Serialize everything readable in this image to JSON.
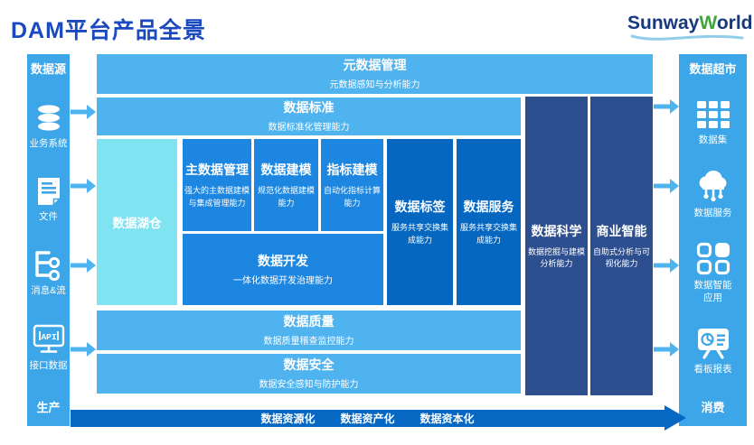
{
  "page": {
    "title": "DAM平台产品全景"
  },
  "logo": {
    "part1": "Sunway",
    "part2": "W",
    "part3": "orld"
  },
  "left_sidebar": {
    "header": "数据源",
    "items": [
      {
        "icon": "database-icon",
        "label": "业务系统"
      },
      {
        "icon": "file-icon",
        "label": "文件"
      },
      {
        "icon": "stream-icon",
        "label": "消息&流"
      },
      {
        "icon": "api-icon",
        "label": "接口数据",
        "icon_text": "API"
      }
    ],
    "footer": "生产"
  },
  "right_sidebar": {
    "header": "数据超市",
    "items": [
      {
        "icon": "dataset-grid-icon",
        "label": "数据集"
      },
      {
        "icon": "cloud-service-icon",
        "label": "数据服务"
      },
      {
        "icon": "apps-icon",
        "label": "数据智能应用"
      },
      {
        "icon": "dashboard-icon",
        "label": "看板报表"
      }
    ],
    "footer": "消费"
  },
  "blocks": {
    "metadata": {
      "title": "元数据管理",
      "subtitle": "元数据感知与分析能力"
    },
    "standard": {
      "title": "数据标准",
      "subtitle": "数据标准化管理能力"
    },
    "lakehouse": {
      "title": "数据湖仓"
    },
    "mdm": {
      "title": "主数据管理",
      "subtitle": "强大的主数据建模与集成管理能力"
    },
    "modeling": {
      "title": "数据建模",
      "subtitle": "规范化数据建模能力"
    },
    "indicator": {
      "title": "指标建模",
      "subtitle": "自动化指标计算能力"
    },
    "development": {
      "title": "数据开发",
      "subtitle": "一体化数据开发治理能力"
    },
    "label": {
      "title": "数据标签",
      "subtitle": "服务共享交换集成能力"
    },
    "service": {
      "title": "数据服务",
      "subtitle": "服务共享交换集成能力"
    },
    "science": {
      "title": "数据科学",
      "subtitle": "数据挖掘与建模分析能力"
    },
    "bi": {
      "title": "商业智能",
      "subtitle": "自助式分析与可视化能力"
    },
    "quality": {
      "title": "数据质量",
      "subtitle": "数据质量稽查监控能力"
    },
    "security": {
      "title": "数据安全",
      "subtitle": "数据安全感知与防护能力"
    }
  },
  "bottom_arrow": {
    "labels": [
      "数据资源化",
      "数据资产化",
      "数据资本化"
    ]
  },
  "colors": {
    "title": "#1a49c0",
    "sidebar": "#3ca6e8",
    "band": "#4fb3f0",
    "lakehouse": "#7fe3f2",
    "mid_block": "#1c86e0",
    "deep_block": "#0567c0",
    "column": "#2d4f8f",
    "bottom_arrow": "#0768c4",
    "logo_navy": "#16387e",
    "logo_green": "#3fa53c"
  }
}
